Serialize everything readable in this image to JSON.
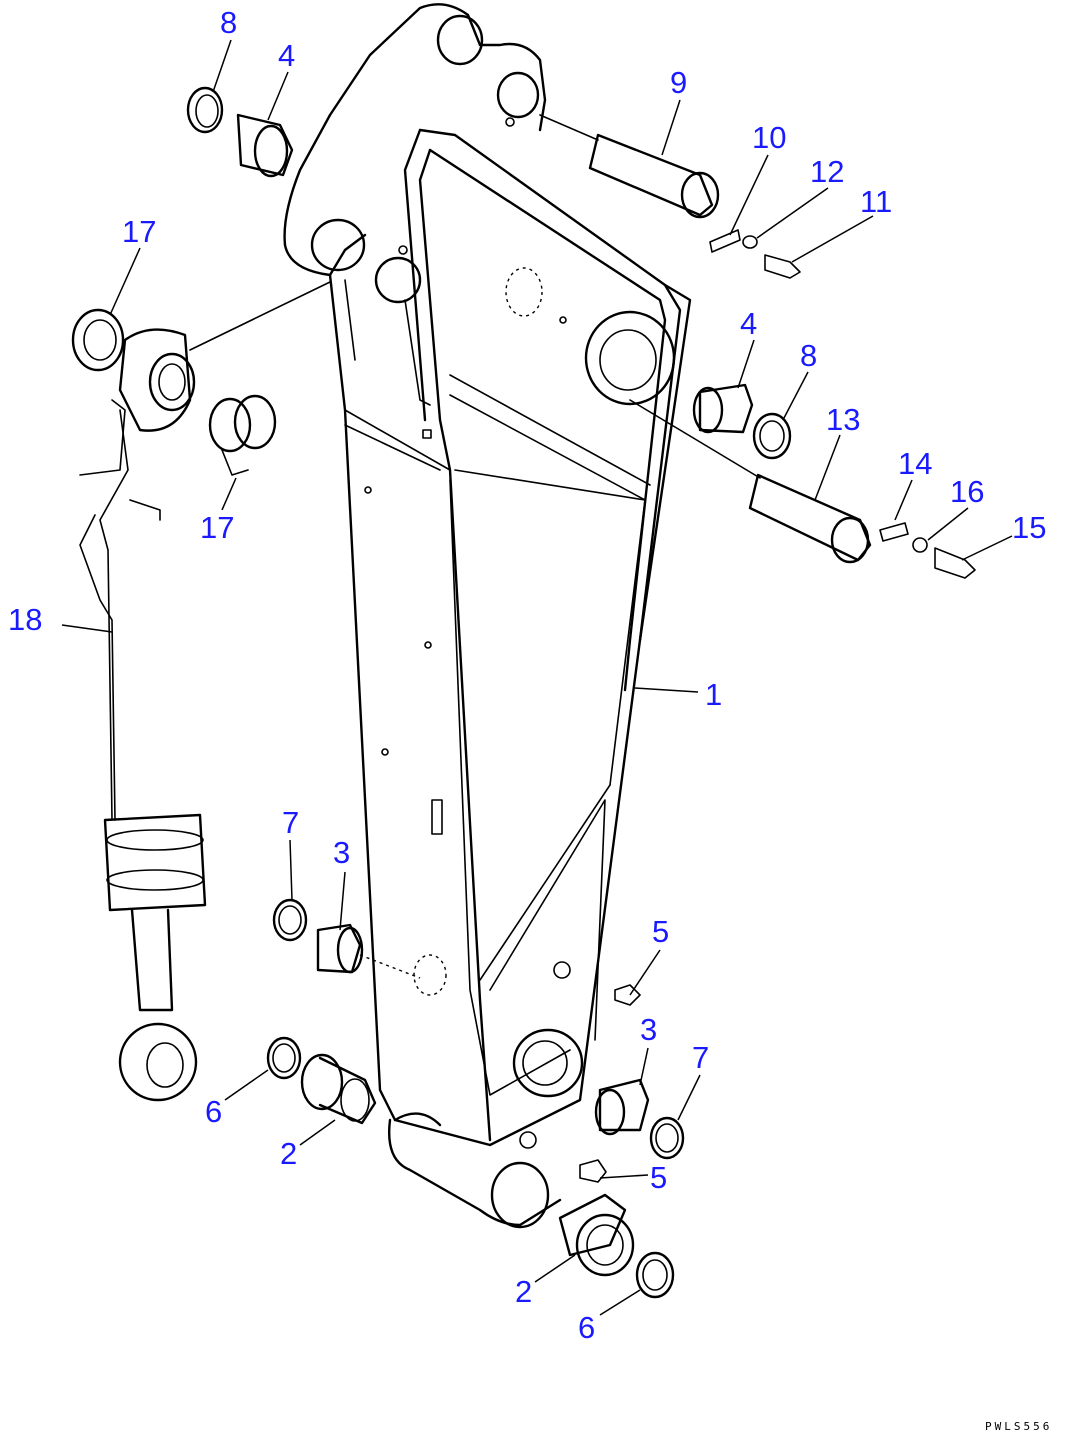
{
  "drawing_code": "PWLS556",
  "callouts": {
    "p8_top": "8",
    "p4_top": "4",
    "p9": "9",
    "p10": "10",
    "p12": "12",
    "p11": "11",
    "p17_top": "17",
    "p4_right": "4",
    "p8_right": "8",
    "p13": "13",
    "p14": "14",
    "p16": "16",
    "p15": "15",
    "p17_bottom": "17",
    "p18": "18",
    "p1": "1",
    "p7_left": "7",
    "p3_left": "3",
    "p5_top": "5",
    "p3_right": "3",
    "p7_right": "7",
    "p6_left": "6",
    "p2_left": "2",
    "p5_bottom": "5",
    "p2_bottom": "2",
    "p6_bottom": "6"
  }
}
